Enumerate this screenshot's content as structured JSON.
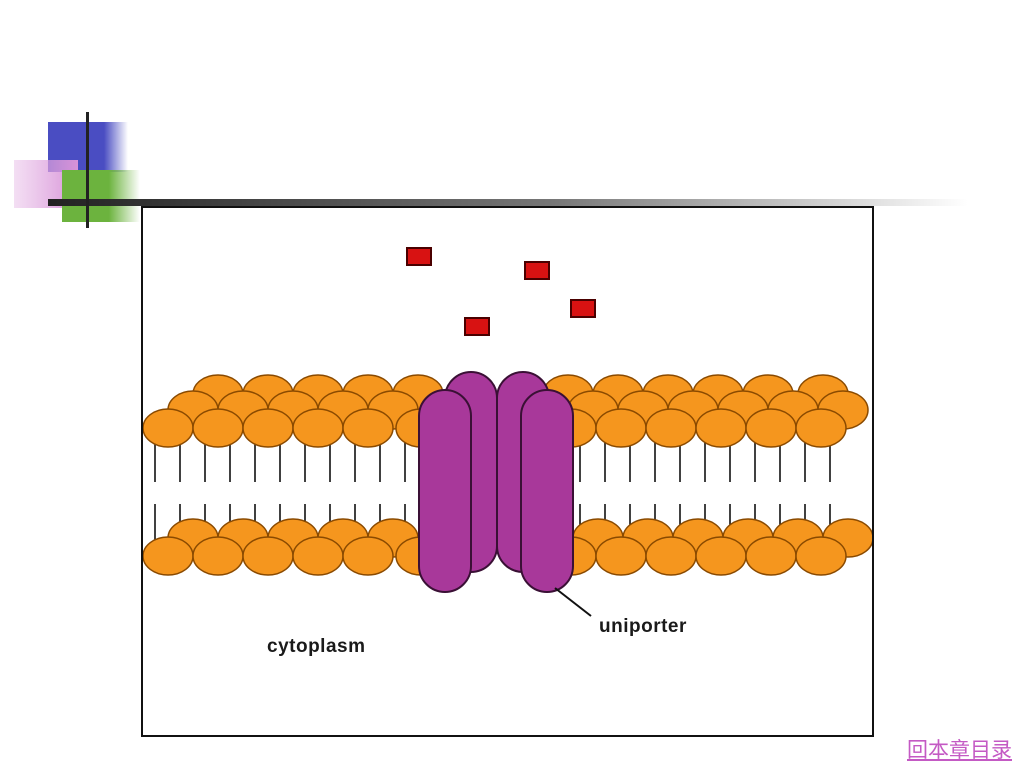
{
  "colors": {
    "lipid_head": "#F5961E",
    "lipid_head_stroke": "#8A4A00",
    "protein": "#A8389A",
    "protein_stroke": "#3A1035",
    "solute": "#D81212",
    "link": "#C45AC4",
    "deco_blue": "#4A4DC2",
    "deco_pink": "#E2AEE2",
    "deco_green": "#6CB33E"
  },
  "icons": [
    "slide-corner-decoration",
    "solute-particle",
    "uniporter-channel"
  ],
  "diagram": {
    "labels": {
      "uniporter": "uniporter",
      "cytoplasm": "cytoplasm"
    },
    "solute_count": 4
  },
  "nav": {
    "back_link": "回本章目录"
  }
}
